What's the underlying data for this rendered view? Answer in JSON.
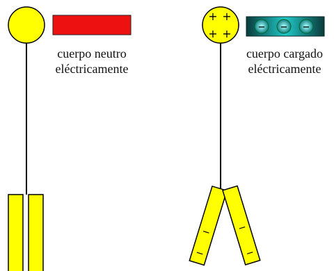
{
  "left_panel": {
    "caption_line1": "cuerpo neutro",
    "caption_line2": "eléctricamente"
  },
  "right_panel": {
    "caption_line1": "cuerpo cargado",
    "caption_line2": "eléctricamente",
    "ball_charges": [
      "+",
      "+",
      "+",
      "+"
    ],
    "rod_charges": [
      "−",
      "−",
      "−"
    ],
    "leaf_charges": [
      "−",
      "−",
      "−",
      "−"
    ]
  },
  "colors": {
    "electroscope_yellow": "#ffff00",
    "outline": "#000000",
    "neutral_rod": "#ee1111",
    "charged_rod": "#20c8c8",
    "background": "#ffffff"
  }
}
